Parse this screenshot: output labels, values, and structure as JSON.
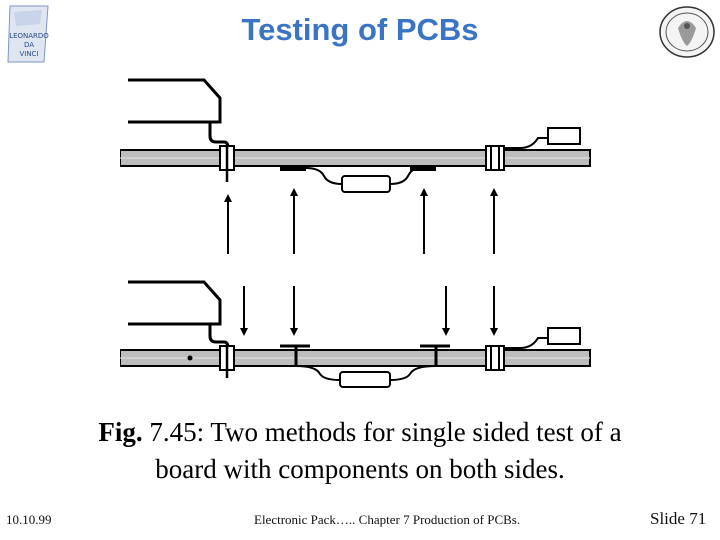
{
  "slide": {
    "title": "Testing of PCBs",
    "caption_prefix": "Fig.",
    "caption_rest": " 7.45: Two methods for single sided test of a",
    "caption_line2": "board with components on both sides.",
    "date": "10.10.99",
    "footer_center": "Electronic Pack….. Chapter 7 Production of PCBs.",
    "slide_label": "Slide 71"
  },
  "logos": {
    "left": {
      "name": "leonardo-da-vinci-logo",
      "lines": [
        "LEONARDO",
        "DA",
        "VINCI"
      ]
    },
    "right": {
      "name": "university-seal"
    }
  },
  "colors": {
    "title": "#3a74c4",
    "ink": "#000000",
    "board_gray": "#bdbdbd"
  }
}
